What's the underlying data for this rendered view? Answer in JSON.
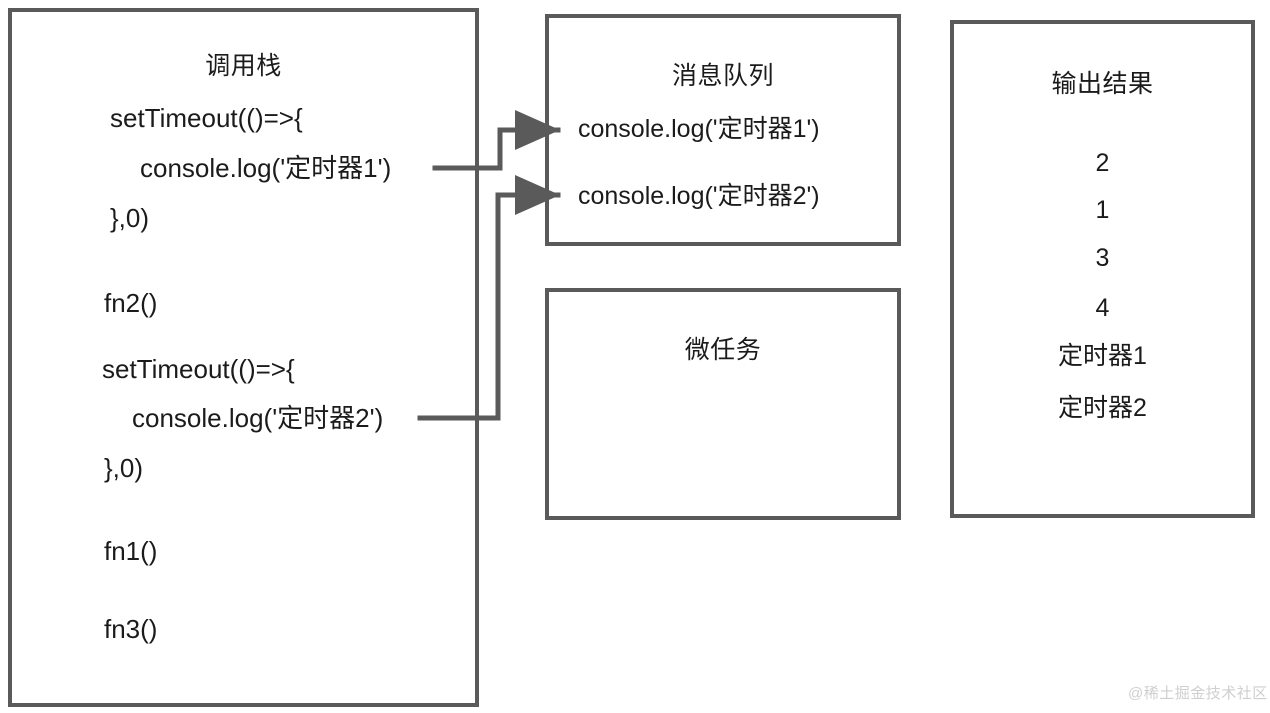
{
  "diagram": {
    "title_hidden": "",
    "border_color": "#5a5a5a",
    "text_color": "#1b1b1b",
    "connector_color": "#5a5a5a",
    "watermark": "@稀土掘金技术社区"
  },
  "call_stack": {
    "title": "调用栈",
    "lines": [
      "setTimeout(()=>{",
      "console.log('定时器1')",
      "},0)",
      "fn2()",
      "setTimeout(()=>{",
      "console.log('定时器2')",
      "},0)",
      "fn1()",
      "fn3()"
    ]
  },
  "message_queue": {
    "title": "消息队列",
    "items": [
      "console.log('定时器1')",
      "console.log('定时器2')"
    ]
  },
  "micro_task": {
    "title": "微任务",
    "items": []
  },
  "output": {
    "title": "输出结果",
    "items": [
      "2",
      "1",
      "3",
      "4",
      "定时器1",
      "定时器2"
    ]
  },
  "connectors": [
    {
      "name": "timer1-to-queue",
      "from": "call-stack-line-2",
      "to": "message-queue-item-1"
    },
    {
      "name": "timer2-to-queue",
      "from": "call-stack-line-6",
      "to": "message-queue-item-2"
    }
  ]
}
